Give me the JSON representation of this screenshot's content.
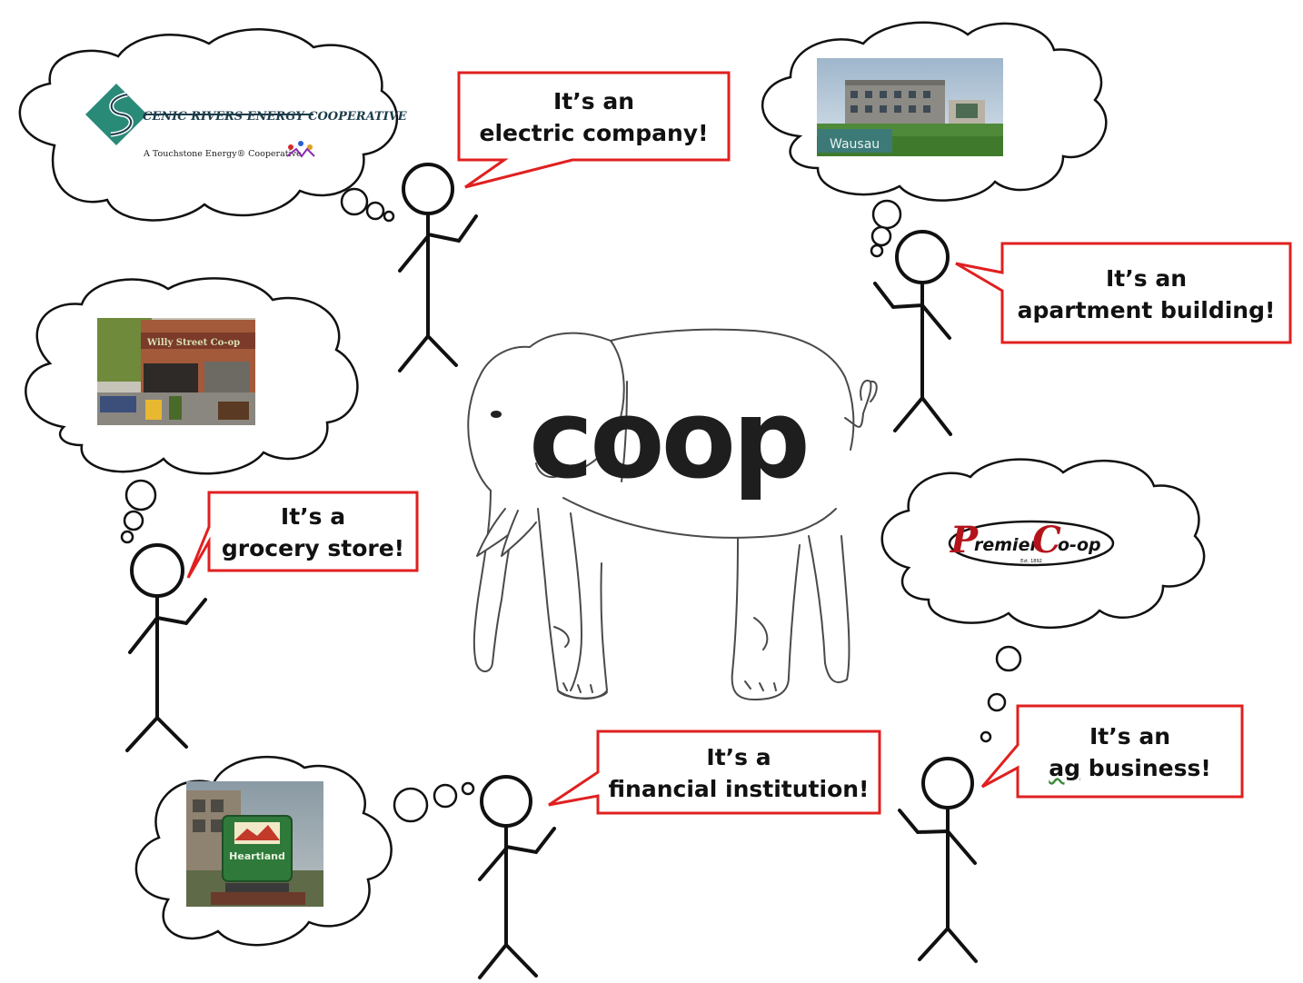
{
  "center_logo": {
    "text": "coop"
  },
  "speech": {
    "electric": {
      "line1": "It’s an",
      "line2": "electric company!"
    },
    "apartment": {
      "line1": "It’s an",
      "line2": "apartment building!"
    },
    "grocery": {
      "line1": "It’s a",
      "line2": "grocery store!"
    },
    "financial": {
      "line1": "It’s a",
      "line2": "financial institution!"
    },
    "ag": {
      "line1": "It’s an",
      "line2_underlined": "ag",
      "line2_rest": " business!"
    }
  },
  "thoughts": {
    "electric_logo": {
      "name": "CENIC RIVERS ENERGY COOPERATIVE",
      "tagline": "A Touchstone Energy® Cooperative"
    },
    "apartment_photo": {
      "sign_text": "Wausau"
    },
    "grocery_photo": {
      "sign_text": "Willy Street Co-op"
    },
    "ag_logo": {
      "big1": "P",
      "small1": "remier",
      "big2": "C",
      "small2": "o-op",
      "est": "Est. 1892"
    },
    "financial_photo": {
      "sign_text": "Heartland"
    }
  },
  "colors": {
    "callout_border": "#e02020",
    "stroke": "#111111",
    "logo_teal": "#2a8a78",
    "logo_red": "#b3141b"
  }
}
